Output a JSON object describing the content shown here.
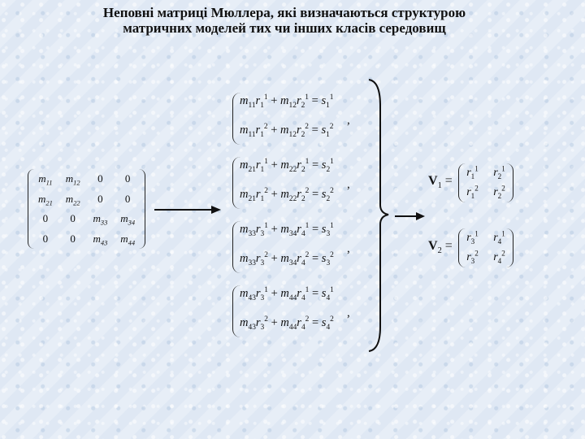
{
  "title": {
    "line1": "Неповні матриці Мюллера, які визначаються структурою",
    "line2": "матричних моделей тих чи інших класів середовищ"
  },
  "matrix": [
    [
      "m11",
      "m12",
      "0",
      "0"
    ],
    [
      "m21",
      "m22",
      "0",
      "0"
    ],
    [
      "0",
      "0",
      "m33",
      "m34"
    ],
    [
      "0",
      "0",
      "m43",
      "m44"
    ]
  ],
  "systems": [
    {
      "eq1": "m11r11 + m12r21 = s11",
      "eq2": "m11r12 + m12r22 = s12"
    },
    {
      "eq1": "m21r11 + m22r21 = s21",
      "eq2": "m21r12 + m22r22 = s22"
    },
    {
      "eq1": "m33r31 + m34r41 = s31",
      "eq2": "m33r32 + m34r42 = s32"
    },
    {
      "eq1": "m43r31 + m44r41 = s41",
      "eq2": "m43r32 + m44r42 = s42"
    }
  ],
  "vectors": [
    {
      "name": "V1",
      "cells": [
        "r11",
        "r21",
        "r12",
        "r22"
      ]
    },
    {
      "name": "V2",
      "cells": [
        "r31",
        "r41",
        "r32",
        "r42"
      ]
    }
  ]
}
